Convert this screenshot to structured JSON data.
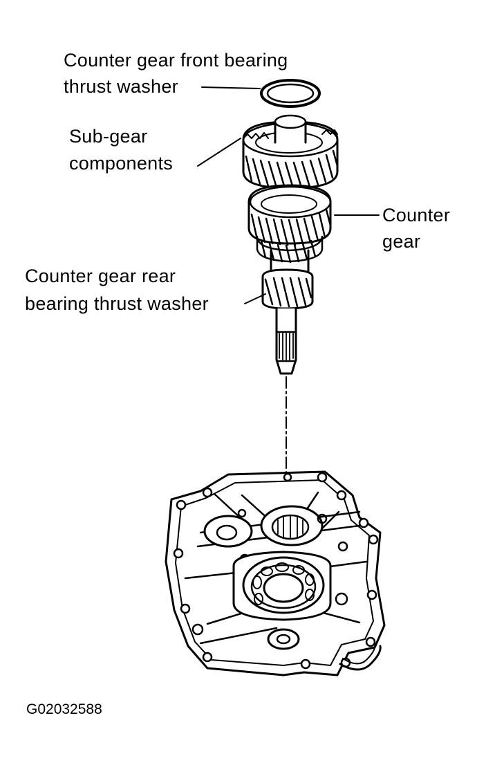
{
  "labels": {
    "front_washer": {
      "line1": "Counter gear front bearing",
      "line2": "thrust washer"
    },
    "sub_gear": {
      "line1": "Sub-gear",
      "line2": "components"
    },
    "counter_gear": {
      "line1": "Counter",
      "line2": "gear"
    },
    "rear_washer": {
      "line1": "Counter gear rear",
      "line2": "bearing thrust washer"
    }
  },
  "figure_code": "G02032588",
  "colors": {
    "ink": "#000000",
    "paper": "#ffffff"
  }
}
